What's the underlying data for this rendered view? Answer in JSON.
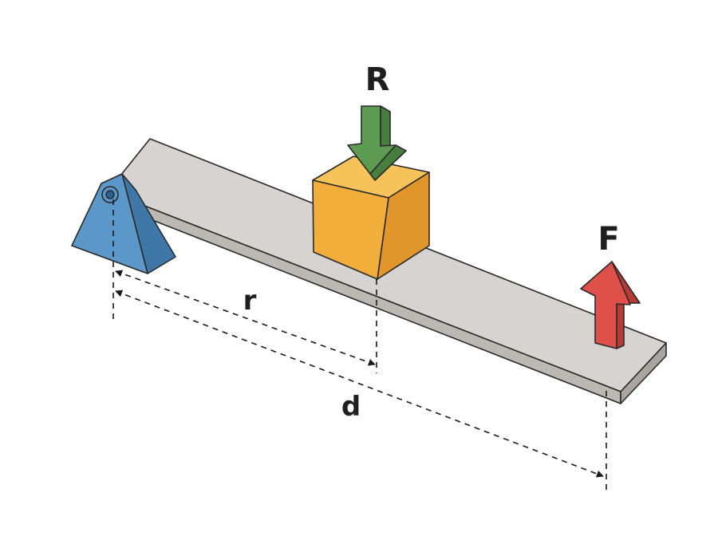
{
  "diagram": {
    "labels": {
      "load_force": "R",
      "applied_force": "F",
      "load_distance": "r",
      "effort_distance": "d"
    },
    "colors": {
      "beam_top": "#d6d3d0",
      "beam_front": "#bcb8b4",
      "beam_end": "#a9a5a1",
      "fulcrum_front": "#5b97c9",
      "fulcrum_side": "#3f77a8",
      "load_front": "#f2ae3a",
      "load_top": "#f6c25a",
      "load_side": "#e0962b",
      "arrow_R": "#5d9a52",
      "arrow_R_dark": "#477d3d",
      "arrow_F": "#e0504a",
      "arrow_F_dark": "#b63a35"
    }
  }
}
